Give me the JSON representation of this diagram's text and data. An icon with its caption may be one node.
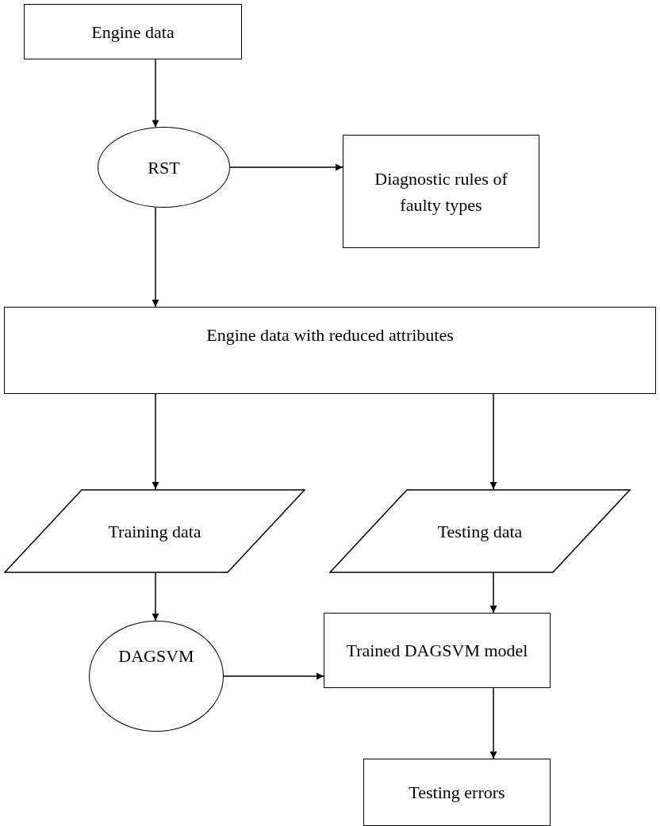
{
  "diagram": {
    "nodes": [
      {
        "text": [
          "Engine data"
        ]
      },
      {
        "text": [
          "RST"
        ]
      },
      {
        "text": [
          "Diagnostic rules of faulty types"
        ]
      },
      {
        "text": [
          "Engine data with reduced attributes"
        ]
      },
      {
        "text": [
          "Training data"
        ]
      },
      {
        "text": [
          "Testing data"
        ]
      },
      {
        "text": [
          "DAGSVM"
        ]
      },
      {
        "text": [
          "Trained DAGSVM model"
        ]
      },
      {
        "text": [
          "Testing errors"
        ]
      }
    ],
    "edges": [
      {
        "from": 0,
        "to": 1,
        "arrow": "to"
      },
      {
        "from": 1,
        "to": 2,
        "arrow": "to"
      },
      {
        "from": 1,
        "to": 3,
        "arrow": "to"
      },
      {
        "from": 3,
        "to": 4,
        "arrow": "to"
      },
      {
        "from": 3,
        "to": 5,
        "arrow": "to"
      },
      {
        "from": 4,
        "to": 6,
        "arrow": "to"
      },
      {
        "from": 5,
        "to": 7,
        "arrow": "to"
      },
      {
        "from": 6,
        "to": 7,
        "arrow": "to"
      },
      {
        "from": 7,
        "to": 8,
        "arrow": "to"
      }
    ]
  }
}
